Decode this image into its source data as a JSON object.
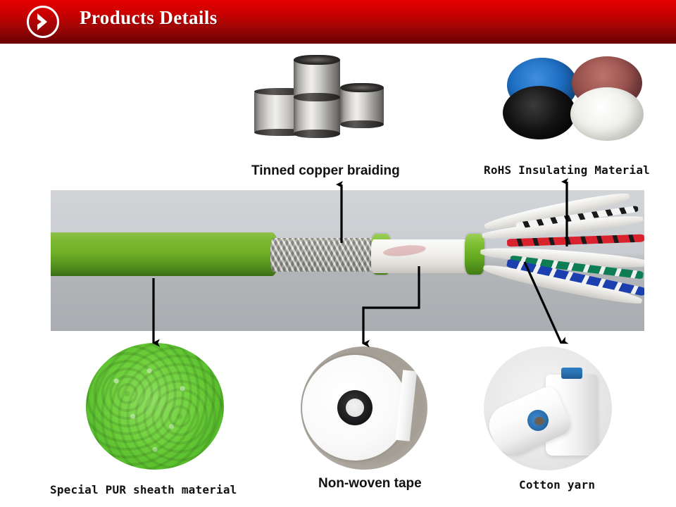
{
  "header": {
    "title": "Products Details",
    "logo_icon": "chevron-right-circle-icon",
    "gradient_top_color": "#e40000",
    "gradient_bottom_color": "#6d0000",
    "text_color": "#ffffff"
  },
  "callouts": [
    {
      "id": "tinned-copper-braiding",
      "label": "Tinned copper braiding",
      "font_style": "sans",
      "arrow": "up"
    },
    {
      "id": "rohs-insulating-material",
      "label": "RoHS Insulating Material",
      "font_style": "mono",
      "arrow": "up"
    },
    {
      "id": "special-pur-sheath-material",
      "label": "Special PUR sheath material",
      "font_style": "mono",
      "arrow": "down"
    },
    {
      "id": "non-woven-tape",
      "label": "Non-woven tape",
      "font_style": "sans",
      "arrow": "elbow-down"
    },
    {
      "id": "cotton-yarn",
      "label": "Cotton yarn",
      "font_style": "mono",
      "arrow": "diagonal-down-right"
    }
  ],
  "photos": {
    "wire_spools": {
      "name": "tinned-copper-wire-spools-photo",
      "description": "Three metallic tinned copper wire spools",
      "spool_color": "#cfcecb"
    },
    "pellets": {
      "name": "rohs-insulating-pellets-photo",
      "description": "Four piles of plastic compound pellets",
      "pile_colors": [
        "#1f6fc4",
        "#9c5450",
        "#141414",
        "#efefea"
      ]
    },
    "cable": {
      "name": "cable-cross-section-photo",
      "description": "Stripped cable showing jacket, braid, tape and conductors",
      "sheath_color": "#6fae26",
      "braid_color": "#a9a79e",
      "tape_ring_color": "#7fc033",
      "wrap_color": "#f2f1ed",
      "pair_colors": [
        "#d8232f",
        "#1a1a1a",
        "#1c3fb0",
        "#0c7d55",
        "#ffffff"
      ]
    },
    "green_pellets": {
      "name": "green-pur-pellets-photo",
      "description": "Bright green PUR compound pellets",
      "color": "#6fd13c"
    },
    "tape_roll": {
      "name": "non-woven-tape-roll-photo",
      "description": "White non-woven tape roll with dark core",
      "tape_color": "#ffffff",
      "hub_color": "#1b1b1d"
    },
    "yarn_cones": {
      "name": "cotton-yarn-cones-photo",
      "description": "Two white cotton yarn cones with blue cores",
      "yarn_color": "#ffffff",
      "core_color": "#2a6fae"
    }
  }
}
